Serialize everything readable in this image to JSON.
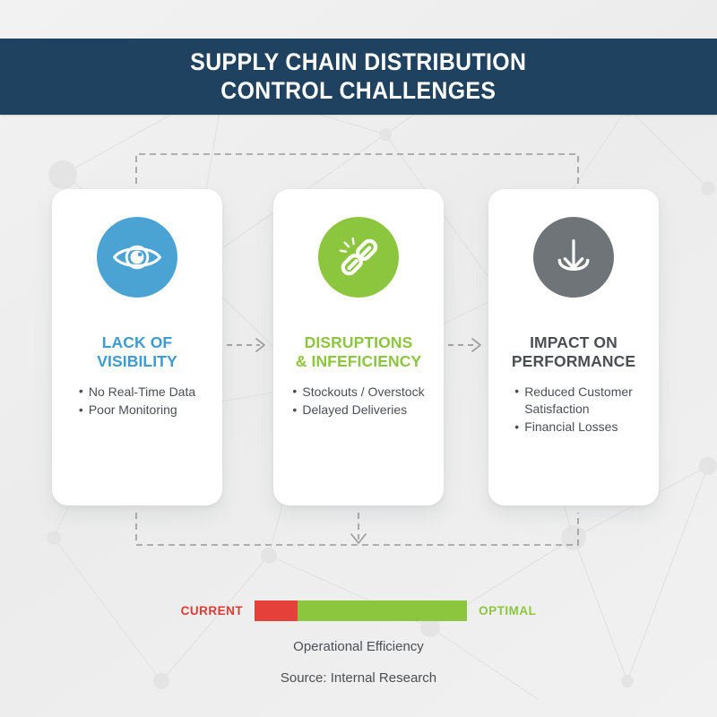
{
  "header": {
    "title_line1": "SUPPLY CHAIN DISTRIBUTION",
    "title_line2": "CONTROL CHALLENGES",
    "band_color": "#1e4260",
    "text_color": "#ffffff"
  },
  "background": {
    "color": "#efefef",
    "pattern": "network-nodes-and-lines"
  },
  "cards": [
    {
      "id": "lack-of-visibility",
      "icon": "eye-icon",
      "icon_circle_color": "#4ba3d3",
      "title_line1": "LACK OF",
      "title_line2": "VISIBILITY",
      "title_color": "#3e9bd0",
      "bullets": [
        {
          "text": "No Real-Time Data"
        },
        {
          "text": "Poor Monitoring"
        }
      ]
    },
    {
      "id": "disruptions-inefficiency",
      "icon": "broken-chain-link-icon",
      "icon_circle_color": "#8cc63f",
      "title_line1": "DISRUPTIONS",
      "title_line2": "& INFEFICIENCY",
      "title_color": "#8cc63f",
      "bullets": [
        {
          "text": "Stockouts / Overstock"
        },
        {
          "text": "Delayed Deliveries"
        }
      ]
    },
    {
      "id": "impact-on-performance",
      "icon": "download-arrow-icon",
      "icon_circle_color": "#6e7477",
      "title_line1": "IMPACT ON",
      "title_line2": "PERFORMANCE",
      "title_color": "#4a4f54",
      "bullets": [
        {
          "text": "Reduced Customer",
          "cont": "Satisfaction"
        },
        {
          "text": "Financial Losses"
        }
      ]
    }
  ],
  "flow": {
    "arrow_between_1_2": "dashed-arrow-right-icon",
    "arrow_between_2_3": "dashed-arrow-right-icon",
    "top_bracket": "dashed-bracket-top",
    "bottom_bracket": "dashed-bracket-bottom",
    "bottom_arrow": "dashed-arrow-down-icon",
    "line_color": "#9a9a9a"
  },
  "meter": {
    "left_label": "CURRENT",
    "right_label": "OPTIMAL",
    "left_label_color": "#e03a34",
    "right_label_color": "#8cc63f",
    "current_percent": 20,
    "optimal_percent": 100,
    "current_color": "#e5403a",
    "optimal_color": "#8cc63f",
    "caption": "Operational Efficiency",
    "source": "Source: Internal Research"
  }
}
